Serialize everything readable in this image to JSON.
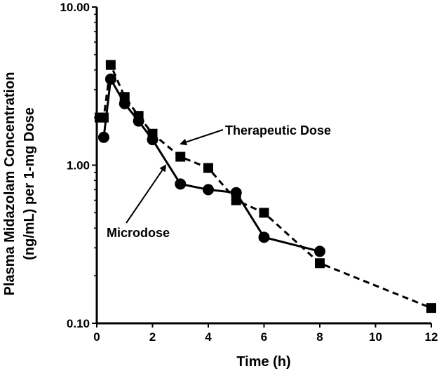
{
  "chart_data": {
    "type": "line",
    "title": "",
    "xlabel": "Time (h)",
    "ylabel_lines": [
      "Plasma Midazolam Concentration",
      "(ng/mL) per 1-mg Dose"
    ],
    "xlim": [
      0,
      12
    ],
    "ylim": [
      0.1,
      10
    ],
    "y_scale": "log",
    "grid": false,
    "x_ticks": [
      0,
      2,
      4,
      6,
      8,
      10,
      12
    ],
    "x_tick_labels": [
      "0",
      "2",
      "4",
      "6",
      "8",
      "10",
      "12"
    ],
    "y_ticks": [
      0.1,
      1,
      10
    ],
    "y_tick_labels": [
      "0.10",
      "1.00",
      "10.00"
    ],
    "series": [
      {
        "name": "Microdose",
        "marker": "circle",
        "line": "solid",
        "color": "#000000",
        "x": [
          0.25,
          0.5,
          1,
          1.5,
          2,
          3,
          4,
          5,
          6,
          8
        ],
        "y": [
          1.5,
          3.5,
          2.45,
          1.9,
          1.45,
          0.76,
          0.7,
          0.67,
          0.35,
          0.285
        ]
      },
      {
        "name": "Therapeutic Dose",
        "marker": "square",
        "line": "dashed",
        "color": "#000000",
        "x": [
          0.1,
          0.25,
          0.5,
          1,
          1.5,
          2,
          3,
          4,
          5,
          6,
          8,
          12
        ],
        "y": [
          2.0,
          2.0,
          4.3,
          2.7,
          2.05,
          1.58,
          1.13,
          0.96,
          0.6,
          0.5,
          0.24,
          0.125
        ]
      }
    ],
    "annotations": [
      {
        "text": "Therapeutic Dose",
        "target_series": 1
      },
      {
        "text": "Microdose",
        "target_series": 0
      }
    ]
  }
}
